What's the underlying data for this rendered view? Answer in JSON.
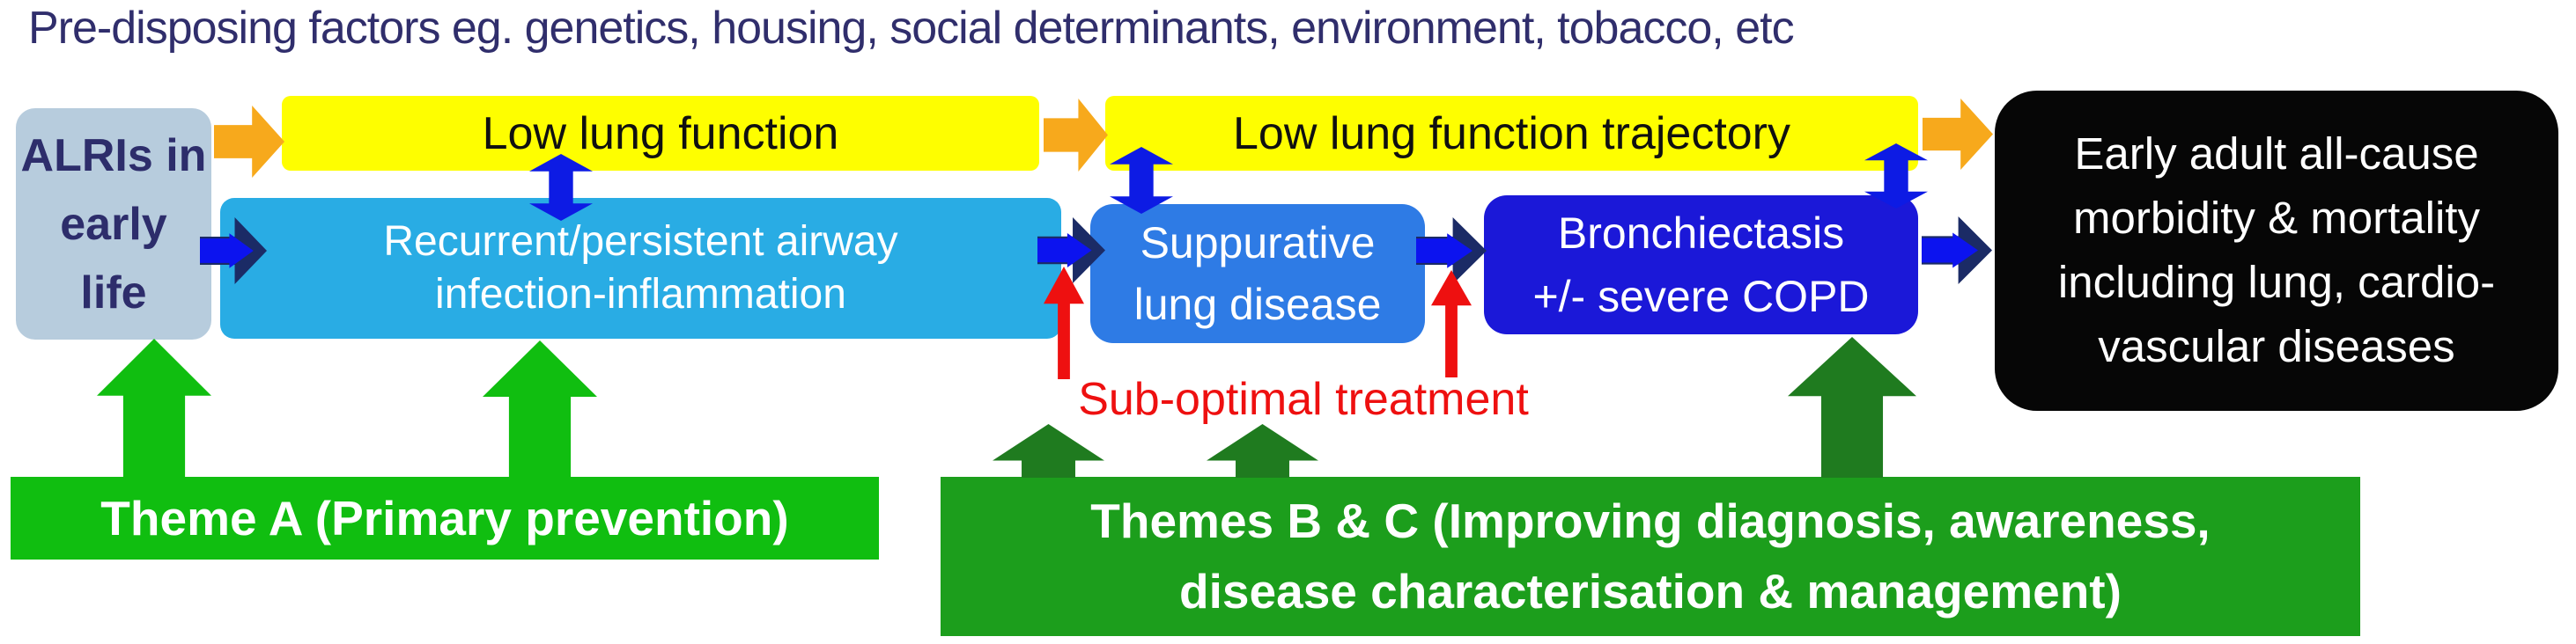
{
  "figure": {
    "predisposing_text": "Pre-disposing factors eg. genetics, housing, social determinants, environment, tobacco, etc",
    "nodes": {
      "alris": "ALRIs in\nearly\nlife",
      "low_lung_function": "Low lung function",
      "recurrent": "Recurrent/persistent airway\ninfection-inflammation",
      "trajectory": "Low lung function trajectory",
      "suppurative": "Suppurative\nlung disease",
      "bronchiectasis": "Bronchiectasis\n+/- severe COPD",
      "outcome": "Early adult all-cause\nmorbidity & mortality\nincluding lung, cardio-\nvascular diseases"
    },
    "annotations": {
      "suboptimal_treatment": "Sub-optimal treatment",
      "theme_a": "Theme A (Primary prevention)",
      "themes_bc": "Themes B & C (Improving diagnosis, awareness,\ndisease characterisation & management)"
    },
    "colors": {
      "predisposing_text": "#302E6C",
      "alris_fill": "#B7CCDD",
      "alris_text": "#2D2D6B",
      "yellow_fill": "#FEFE00",
      "cyan_fill": "#29ACE4",
      "suppurative_fill": "#2E7BE5",
      "bronchiectasis_fill": "#1B18D8",
      "outcome_fill": "#060606",
      "orange_arrow": "#F7A91C",
      "navy_arrow": "#1B2B66",
      "blue_arrow": "#0C13EF",
      "bidirectional_arrow": "#0D1BE4",
      "theme_a_green": "#10BE10",
      "themes_bc_green": "#1C9E1C",
      "dark_green_arrow": "#1F7B1F",
      "red": "#EE1010"
    }
  }
}
